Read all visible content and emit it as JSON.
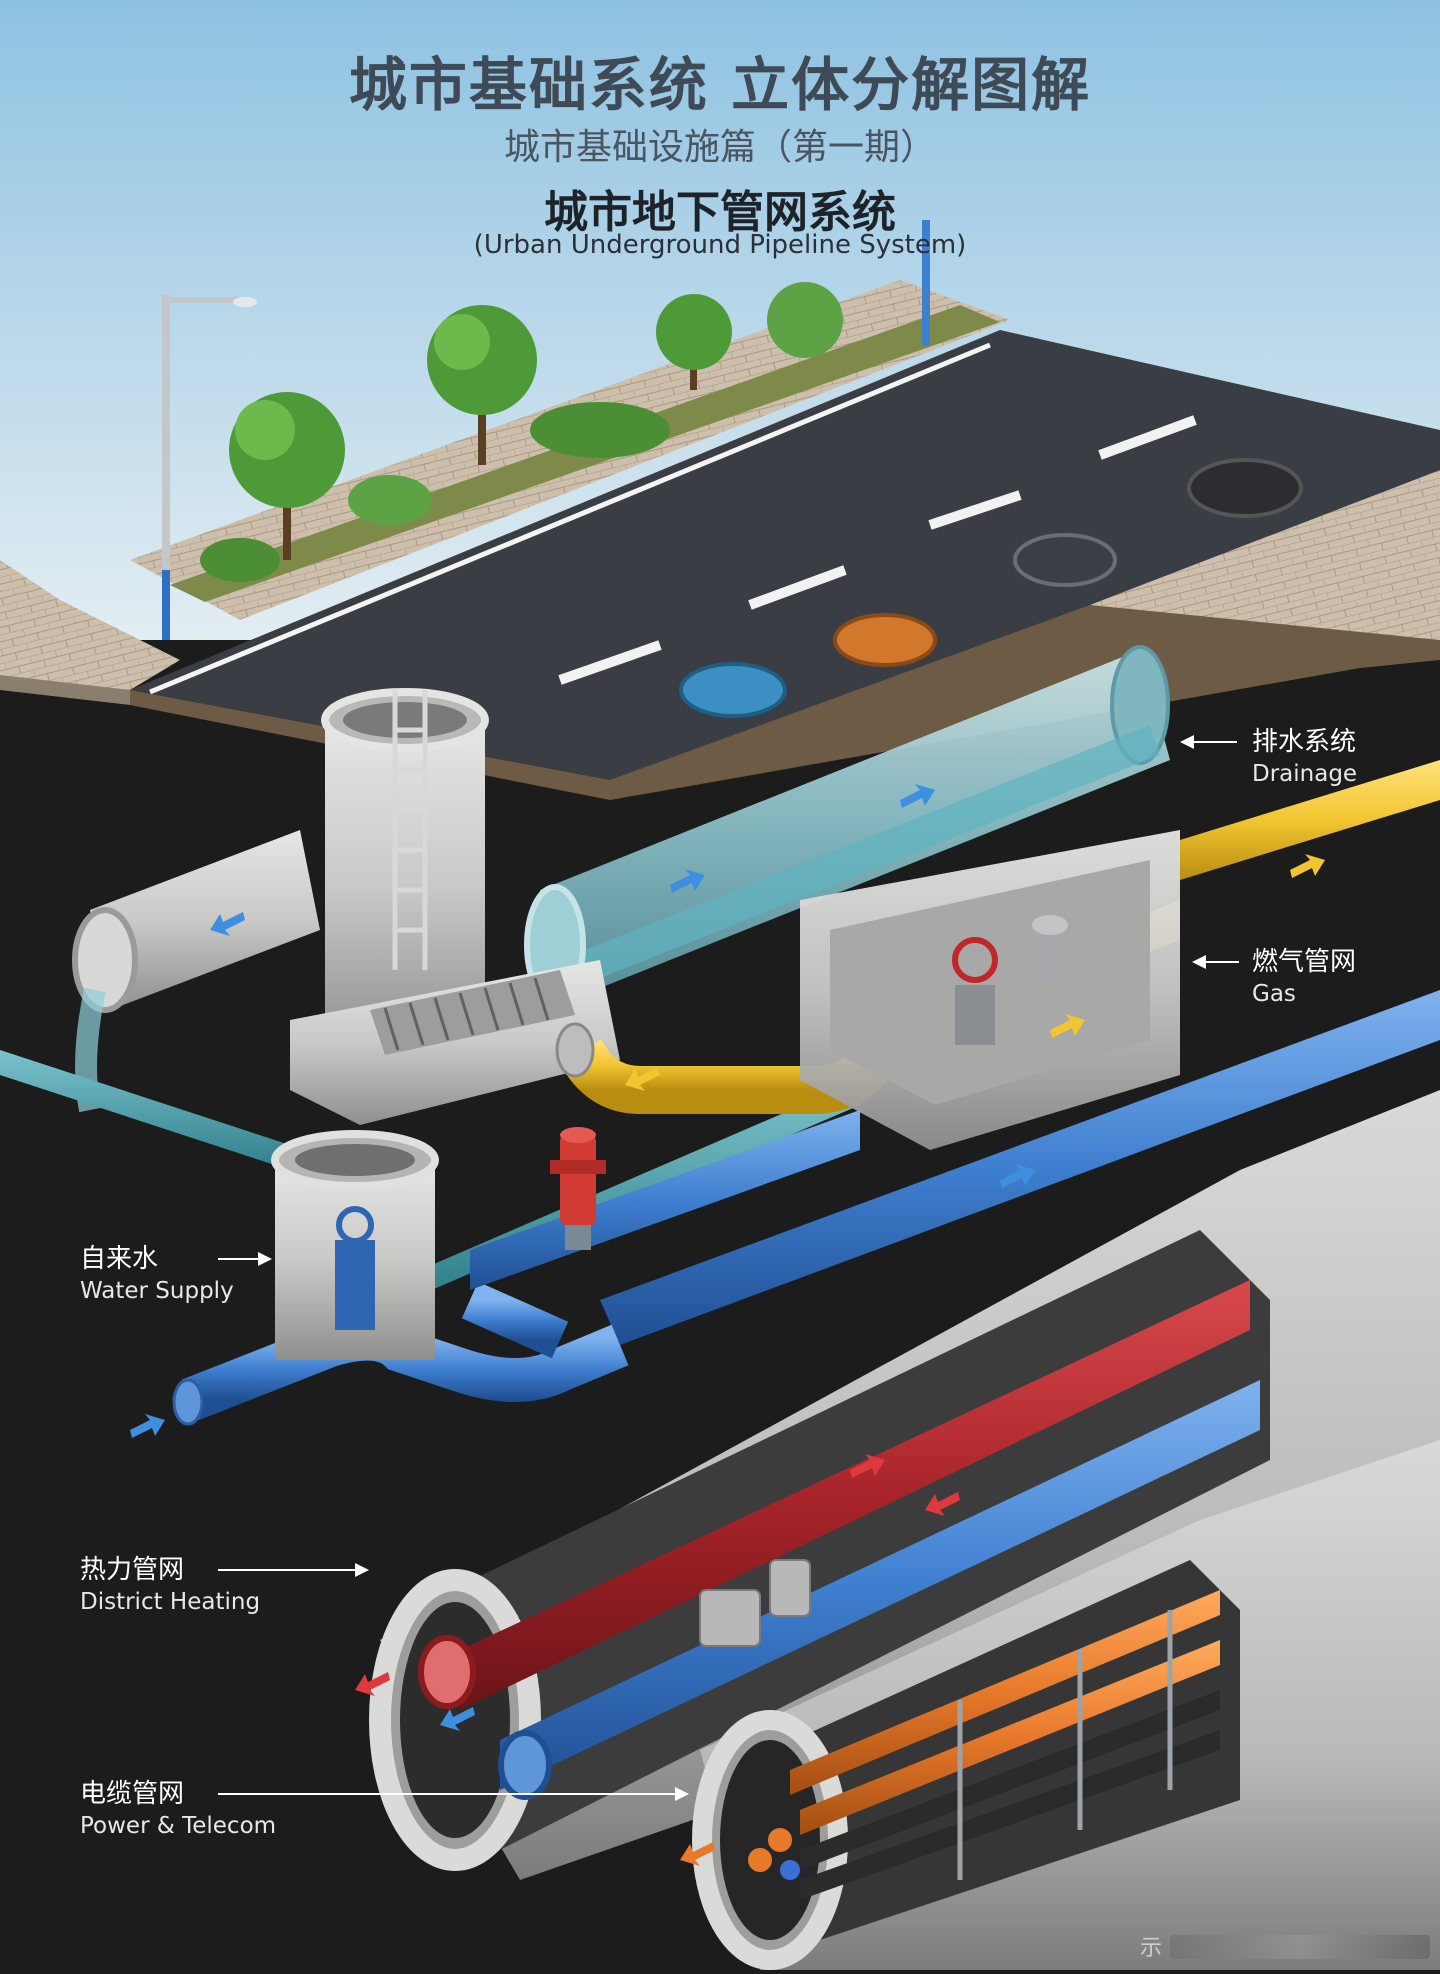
{
  "header": {
    "main_title": "城市基础系统 立体分解图解",
    "sub_title": "城市基础设施篇（第一期）",
    "section_title": "城市地下管网系统",
    "section_en": "(Urban Underground Pipeline System)"
  },
  "labels": {
    "drainage": {
      "zh": "排水系统",
      "en": "Drainage"
    },
    "gas": {
      "zh": "燃气管网",
      "en": "Gas"
    },
    "water": {
      "zh": "自来水",
      "en": "Water Supply"
    },
    "heating": {
      "zh": "热力管网",
      "en": "District Heating"
    },
    "power": {
      "zh": "电缆管网",
      "en": "Power & Telecom"
    }
  },
  "watermark": "示",
  "colors": {
    "sky_top": "#9cc8e4",
    "sky_bottom": "#dbe9f1",
    "ground": "#1c1c1d",
    "road": "#3a3d44",
    "sidewalk": "#c7b9a6",
    "concrete": "#c8c8c6",
    "water_pipe": "#3f7fd0",
    "gas_pipe": "#f2c530",
    "hot_pipe": "#b3262a",
    "cable_orange": "#e8782a",
    "drain_glass": "#8fc6cf"
  }
}
